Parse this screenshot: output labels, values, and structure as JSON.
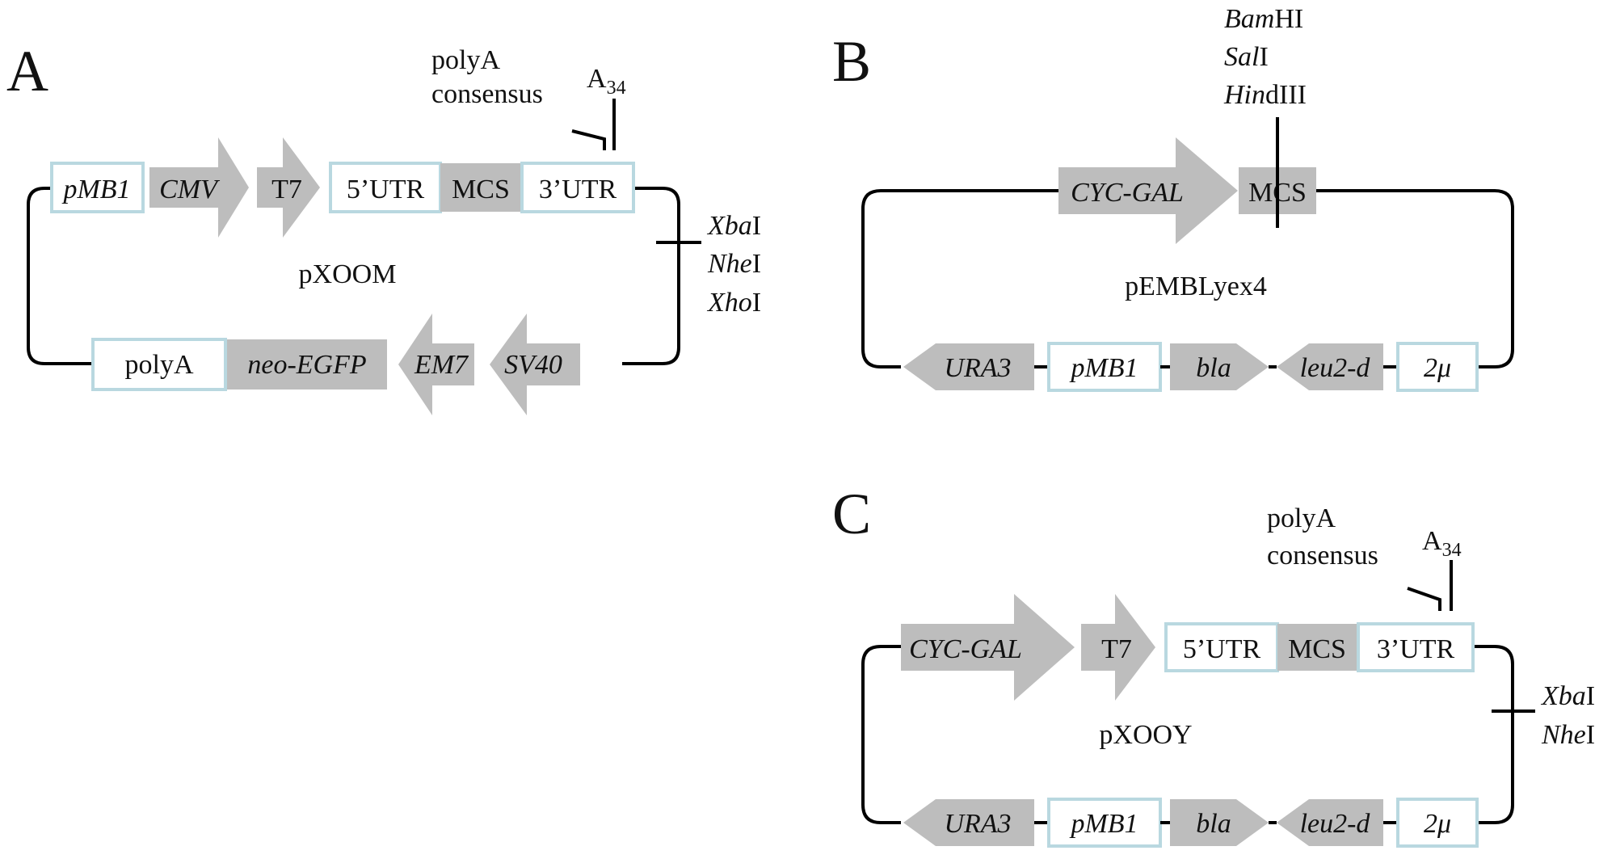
{
  "colors": {
    "feature_grey": "#bdbdbd",
    "box_outline": "#b9d8e0",
    "line": "#000000"
  },
  "panelA": {
    "letter": "A",
    "plasmid_name": "pXOOM",
    "top_features": [
      "pMB1",
      "CMV",
      "T7",
      "5’UTR",
      "MCS",
      "3’UTR"
    ],
    "bottom_features": [
      "polyA",
      "neo-EGFP",
      "EM7",
      "SV40"
    ],
    "polyA_consensus_line1": "polyA",
    "polyA_consensus_line2": "consensus",
    "a34_base": "A",
    "a34_sub": "34",
    "site1_italic": "Xba",
    "site1_roman": "I",
    "site2_italic": "Nhe",
    "site2_roman": "I",
    "site3_italic": "Xho",
    "site3_roman": "I"
  },
  "panelB": {
    "letter": "B",
    "plasmid_name": "pEMBLyex4",
    "top_features": [
      "CYC-GAL",
      "MCS"
    ],
    "bottom_features": [
      "URA3",
      "pMB1",
      "bla",
      "leu2-d",
      "2μ"
    ],
    "site1_italic": "Bam",
    "site1_roman": "HI",
    "site2_italic": "Sal",
    "site2_roman": "I",
    "site3_italic": "Hin",
    "site3_roman": "dIII"
  },
  "panelC": {
    "letter": "C",
    "plasmid_name": "pXOOY",
    "top_features": [
      "CYC-GAL",
      "T7",
      "5’UTR",
      "MCS",
      "3’UTR"
    ],
    "bottom_features": [
      "URA3",
      "pMB1",
      "bla",
      "leu2-d",
      "2μ"
    ],
    "polyA_consensus_line1": "polyA",
    "polyA_consensus_line2": "consensus",
    "a34_base": "A",
    "a34_sub": "34",
    "site1_italic": "Xba",
    "site1_roman": "I",
    "site2_italic": "Nhe",
    "site2_roman": "I"
  }
}
